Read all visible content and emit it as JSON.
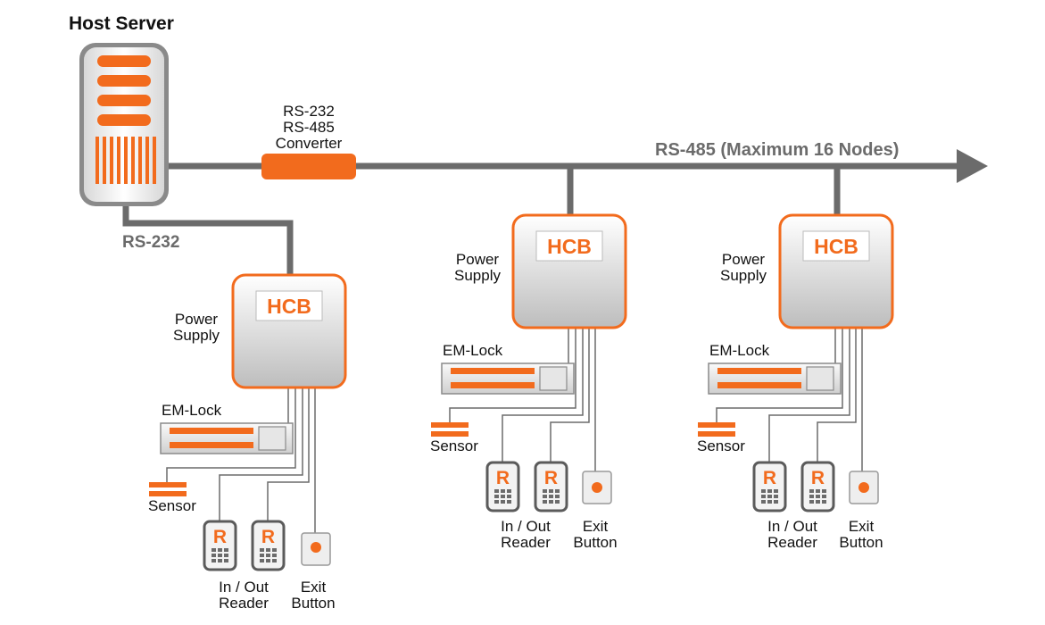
{
  "title": "Host Server",
  "labels": {
    "rs232_side": "RS-232",
    "converter_line1": "RS-232",
    "converter_line2": "RS-485",
    "converter_line3": "Converter",
    "bus": "RS-485 (Maximum 16 Nodes)"
  },
  "node_text": {
    "hcb": "HCB",
    "power_line1": "Power",
    "power_line2": "Supply",
    "em_lock": "EM-Lock",
    "sensor": "Sensor",
    "reader_glyph": "R",
    "reader_line1": "In / Out",
    "reader_line2": "Reader",
    "exit_line1": "Exit",
    "exit_line2": "Button"
  },
  "colors": {
    "accent": "#f26b1d",
    "line": "#6b6b6b",
    "dark": "#555555"
  }
}
